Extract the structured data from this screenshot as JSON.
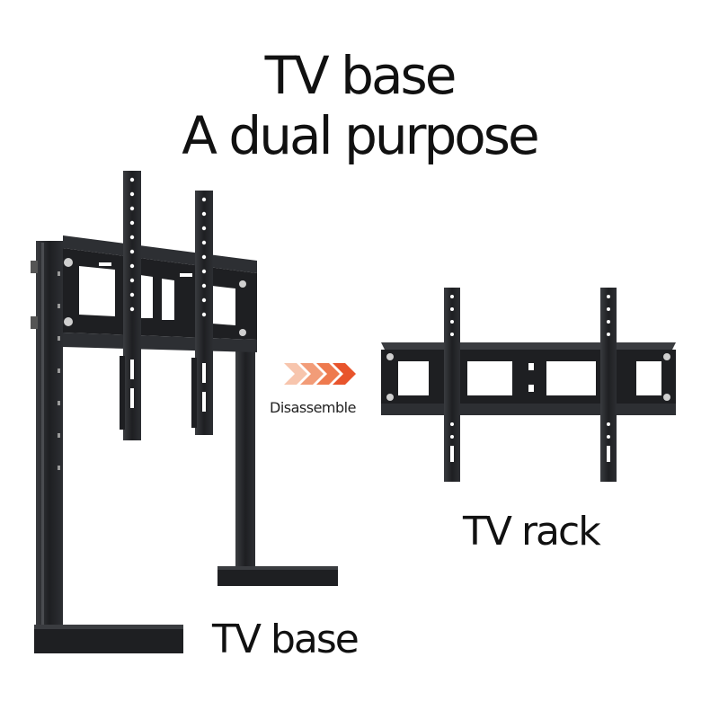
{
  "headline": {
    "line1": "TV base",
    "line2": "A dual purpose"
  },
  "labels": {
    "base": "TV base",
    "rack": "TV rack",
    "disassemble": "Disassemble"
  },
  "icons": {
    "arrows": "chevron-right-icon"
  },
  "colors": {
    "metal": "#1e1f22",
    "arrow_start": "#f7c5ad",
    "arrow_end": "#e8542c",
    "text": "#111111"
  }
}
